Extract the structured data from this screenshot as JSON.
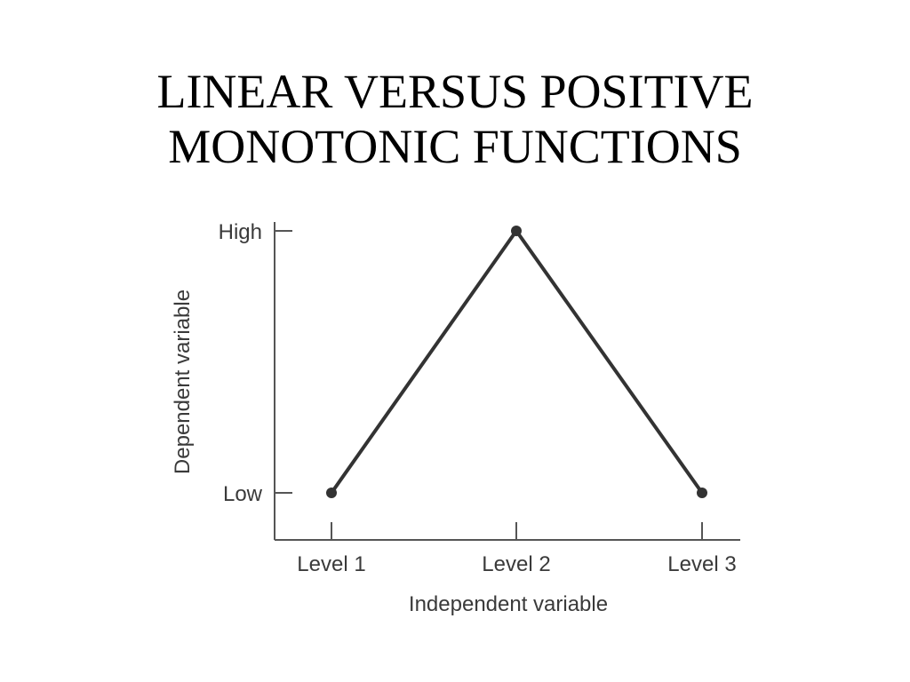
{
  "slide": {
    "title_line1": "LINEAR VERSUS POSITIVE",
    "title_line2": "MONOTONIC FUNCTIONS"
  },
  "chart_data": {
    "type": "line",
    "categories": [
      "Level 1",
      "Level 2",
      "Level 3"
    ],
    "y_categories": [
      "Low",
      "High"
    ],
    "series": [
      {
        "values": [
          0,
          1,
          0
        ]
      }
    ],
    "xlabel": "Independent variable",
    "ylabel": "Dependent variable",
    "ylim": [
      0,
      1
    ],
    "grid": false,
    "line_color": "#333333",
    "axis_color": "#555555"
  }
}
